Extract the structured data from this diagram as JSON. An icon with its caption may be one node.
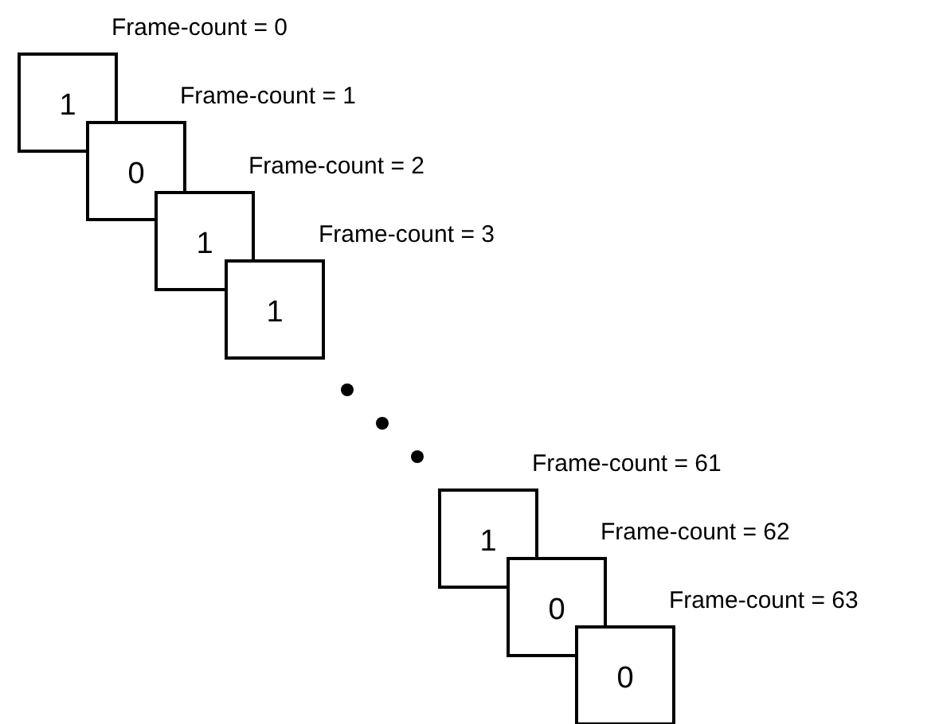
{
  "diagram": {
    "nodes": [
      {
        "text": [
          "1"
        ],
        "beside": [
          "Frame-count = 0"
        ]
      },
      {
        "text": [
          "0"
        ],
        "beside": [
          "Frame-count = 1"
        ]
      },
      {
        "text": [
          "1"
        ],
        "beside": [
          "Frame-count = 2"
        ]
      },
      {
        "text": [
          "1"
        ],
        "beside": [
          "Frame-count = 3"
        ]
      },
      {
        "text": [
          "1"
        ],
        "beside": [
          "Frame-count = 61"
        ]
      },
      {
        "text": [
          "0"
        ],
        "beside": [
          "Frame-count = 62"
        ]
      },
      {
        "text": [
          "0"
        ],
        "beside": [
          "Frame-count = 63"
        ]
      }
    ]
  }
}
